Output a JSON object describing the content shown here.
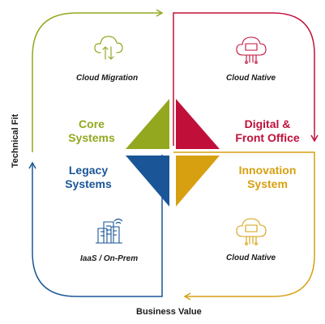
{
  "axes": {
    "y_label": "Technical Fit",
    "x_label": "Business Value"
  },
  "quadrants": {
    "top_left": {
      "title_line1": "Core",
      "title_line2": "Systems",
      "subtitle": "Cloud Migration",
      "icon": "cloud-upload-icon",
      "color": "#93a71f"
    },
    "top_right": {
      "title_line1": "Digital &",
      "title_line2": "Front Office",
      "subtitle": "Cloud Native",
      "icon": "cloud-chip-icon",
      "color": "#c0103a"
    },
    "bottom_left": {
      "title_line1": "Legacy",
      "title_line2": "Systems",
      "subtitle": "IaaS / On-Prem",
      "icon": "data-center-icon",
      "color": "#1a5597"
    },
    "bottom_right": {
      "title_line1": "Innovation",
      "title_line2": "System",
      "subtitle": "Cloud Native",
      "icon": "cloud-chip-icon",
      "color": "#d6a010"
    }
  }
}
